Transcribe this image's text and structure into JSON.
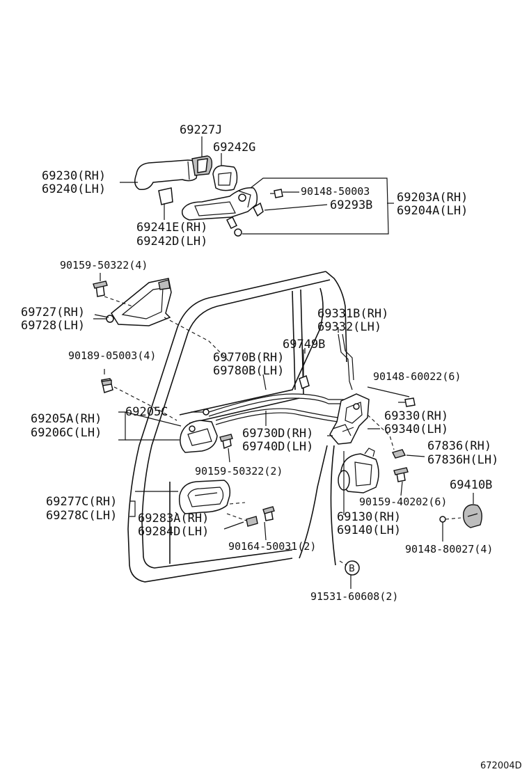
{
  "figure_code": "672004D",
  "parts": {
    "p69227J": "69227J",
    "p69242G": "69242G",
    "p69230": "69230(RH)",
    "p69240": "69240(LH)",
    "p90148_50003": "90148-50003",
    "p69203A": "69203A(RH)",
    "p69204A": "69204A(LH)",
    "p69293B": "69293B",
    "p69241E": "69241E(RH)",
    "p69242D": "69242D(LH)",
    "p90159_50322_4": "90159-50322(4)",
    "p69727": "69727(RH)",
    "p69728": "69728(LH)",
    "p69331B": "69331B(RH)",
    "p69332": "69332(LH)",
    "p69749B": "69749B",
    "p90189_05003": "90189-05003(4)",
    "p69770B": "69770B(RH)",
    "p69780B": "69780B(LH)",
    "p90148_60022": "90148-60022(6)",
    "p69205C": "69205C",
    "p69205A": "69205A(RH)",
    "p69206C": "69206C(LH)",
    "p69330": "69330(RH)",
    "p69340": "69340(LH)",
    "p69730D": "69730D(RH)",
    "p69740D": "69740D(LH)",
    "p67836_RH": "67836(RH)",
    "p67836H": "67836H(LH)",
    "p90159_50322_2": "90159-50322(2)",
    "p69410B": "69410B",
    "p90159_40202": "90159-40202(6)",
    "p69277C": "69277C(RH)",
    "p69278C": "69278C(LH)",
    "p69283A": "69283A(RH)",
    "p69284D": "69284D(LH)",
    "p69130": "69130(RH)",
    "p69140": "69140(LH)",
    "p90164_50031": "90164-50031(2)",
    "p90148_80027": "90148-80027(4)",
    "p91531_60608": "91531-60608(2)",
    "callout_b": "B"
  }
}
